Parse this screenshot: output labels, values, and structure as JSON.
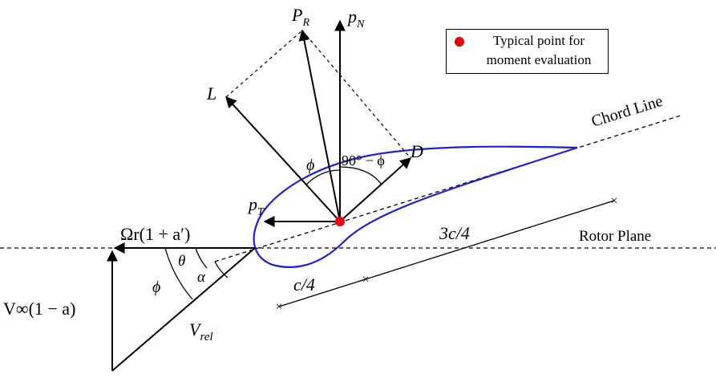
{
  "legend": {
    "marker_color": "#e8000b",
    "line1": "Typical point for",
    "line2": "moment evaluation"
  },
  "colors": {
    "airfoil": "#1f1fd6",
    "point": "#e8000b",
    "lines": "#000000"
  },
  "labels": {
    "p_r_main": "P",
    "p_r_sub": "R",
    "p_n_main": "p",
    "p_n_sub": "N",
    "lift": "L",
    "drag": "D",
    "p_t_main": "p",
    "p_t_sub": "T",
    "phi_upper": "ϕ",
    "ninety_minus_phi": "90° − ϕ",
    "chord_line": "Chord Line",
    "rotor_plane": "Rotor Plane",
    "omega_r": "Ωr(1 + a′)",
    "v_inf": "V∞(1 − a)",
    "v_rel_main": "V",
    "v_rel_sub": "rel",
    "theta": "θ",
    "phi_lower": "ϕ",
    "alpha": "α",
    "three_c_four": "3c/4",
    "c_four": "c/4"
  }
}
